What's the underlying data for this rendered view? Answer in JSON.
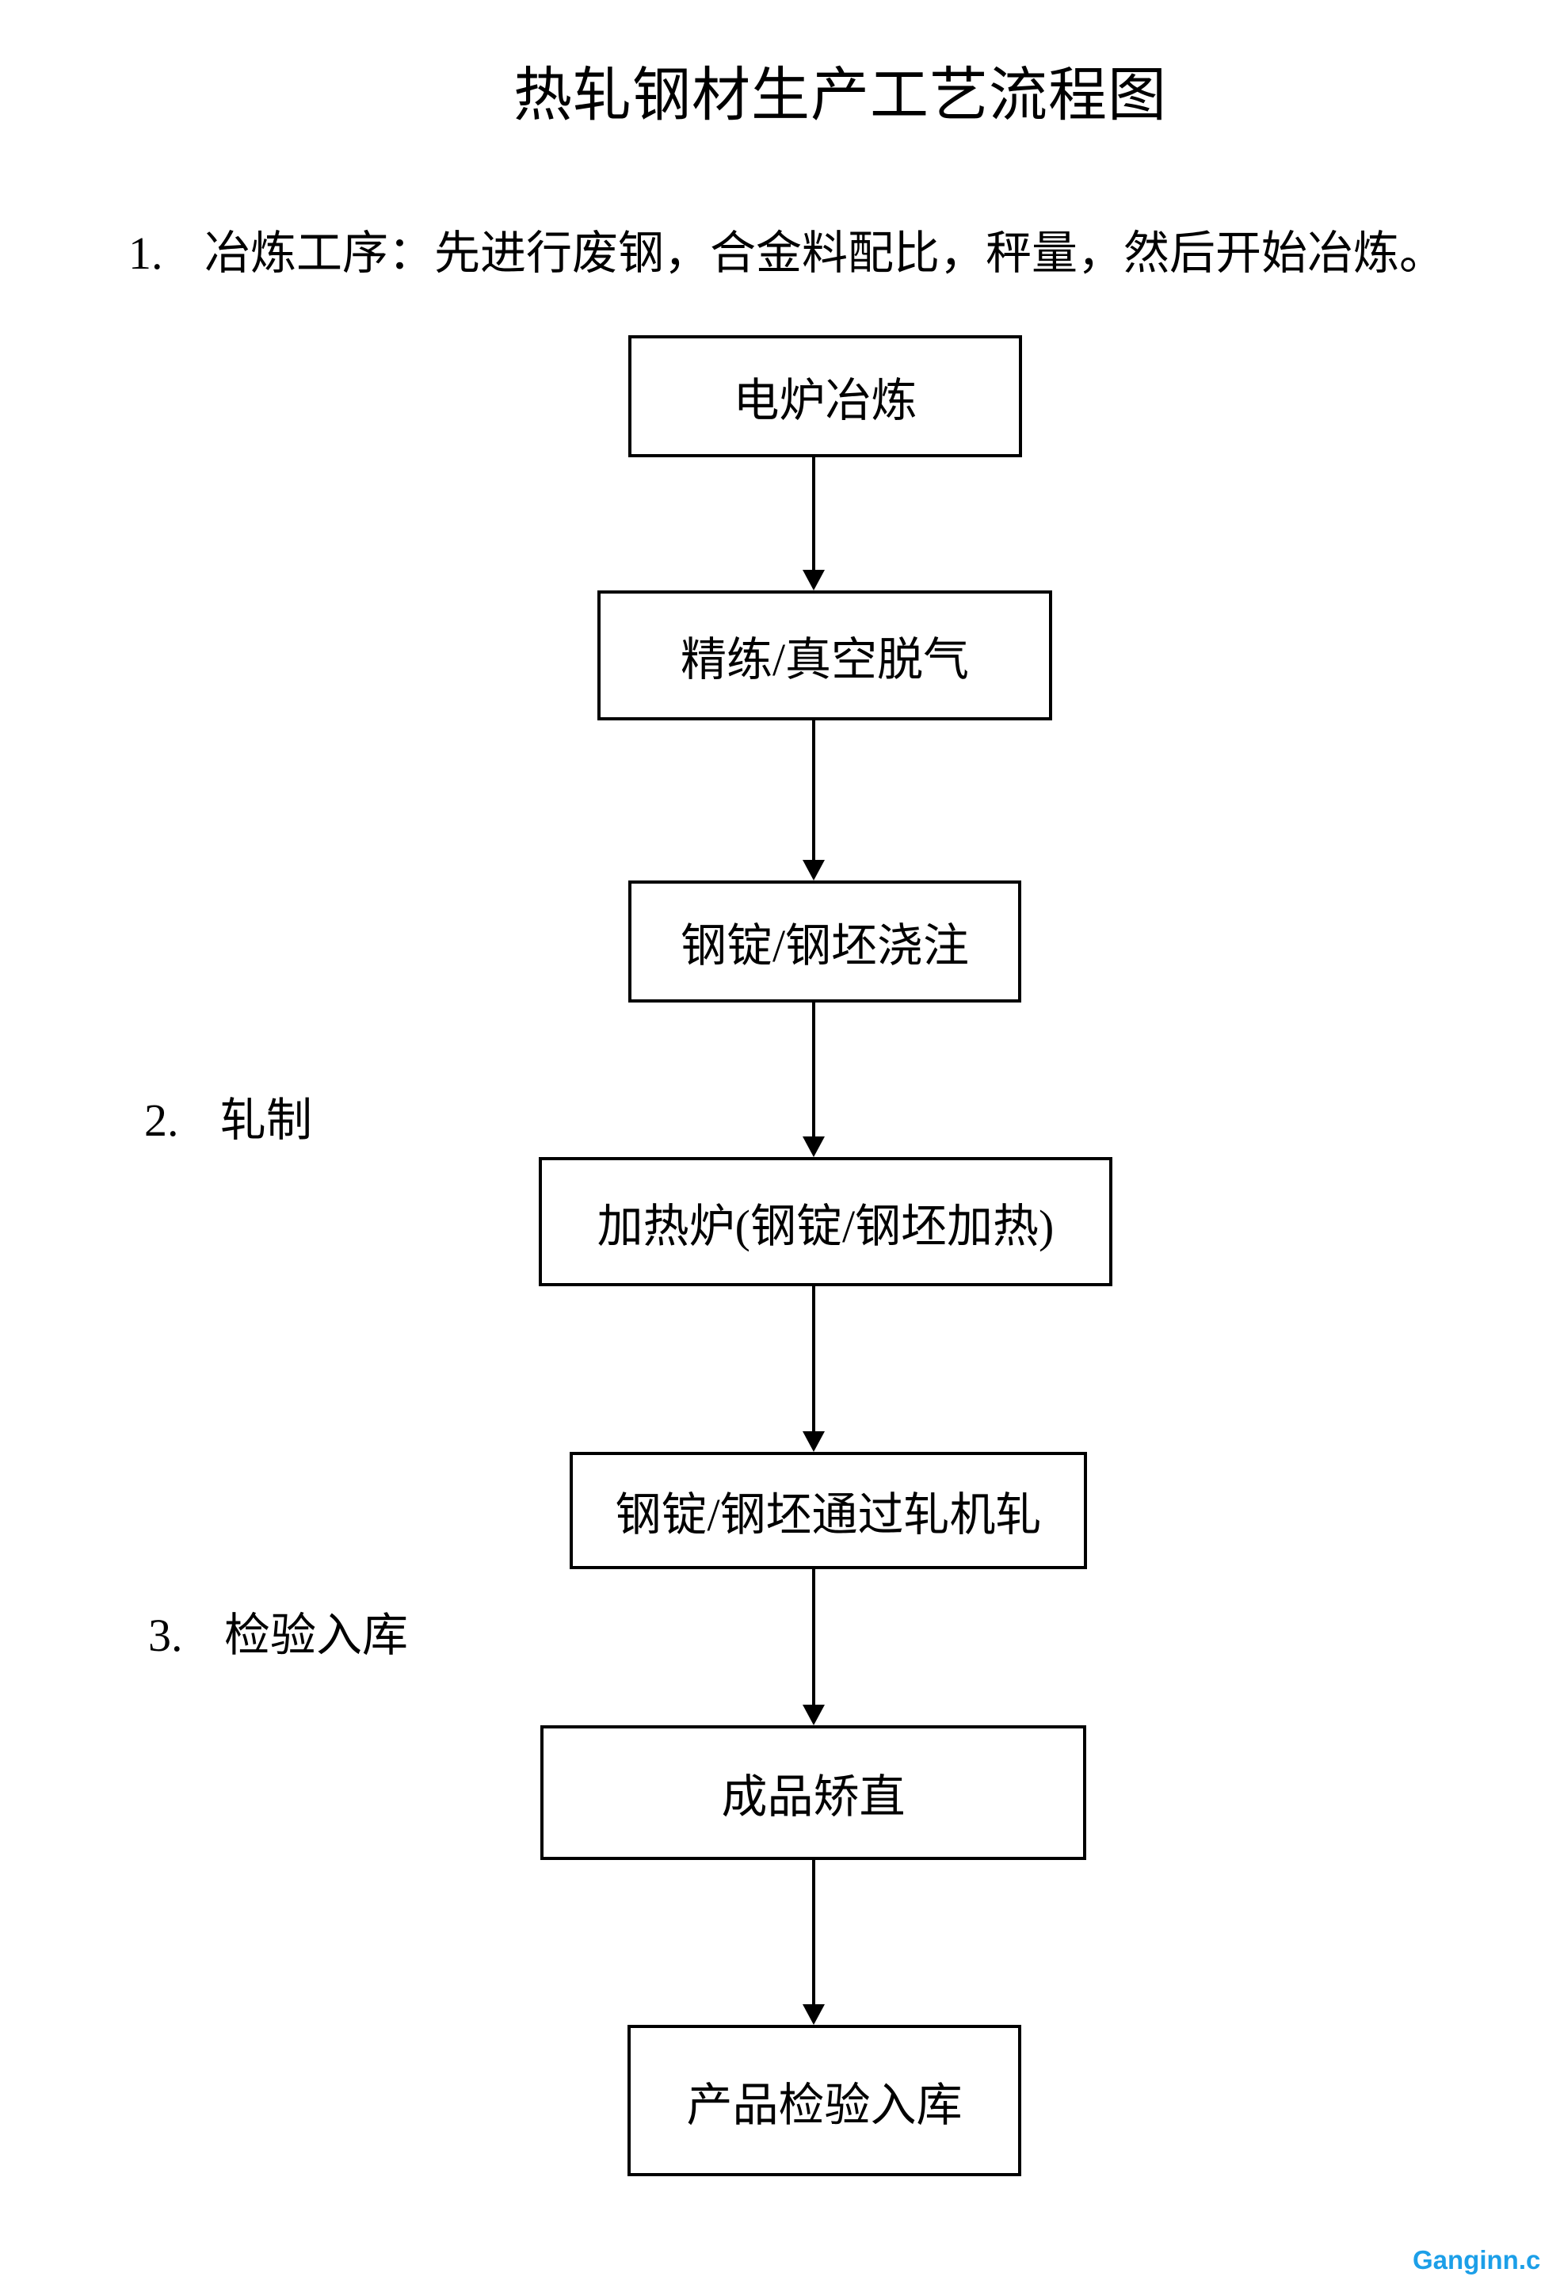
{
  "document": {
    "title": "热轧钢材生产工艺流程图",
    "steps": [
      {
        "number": "1.",
        "text": "冶炼工序：先进行废钢，合金料配比，秤量，然后开始冶炼。"
      },
      {
        "number": "2.",
        "text": "轧制"
      },
      {
        "number": "3.",
        "text": "检验入库"
      }
    ],
    "watermark": "Ganginn.cn",
    "watermark_color": "#1C9FE8"
  },
  "flowchart": {
    "direction": "top-down",
    "nodes": [
      {
        "label": "电炉冶炼"
      },
      {
        "label": "精练/真空脱气"
      },
      {
        "label": "钢锭/钢坯浇注"
      },
      {
        "label": "加热炉(钢锭/钢坯加热)"
      },
      {
        "label": "钢锭/钢坯通过轧机轧"
      },
      {
        "label": "成品矫直"
      },
      {
        "label": "产品检验入库"
      }
    ],
    "colors": {
      "box_border": "#000000",
      "text": "#000000",
      "background": "#ffffff"
    }
  }
}
